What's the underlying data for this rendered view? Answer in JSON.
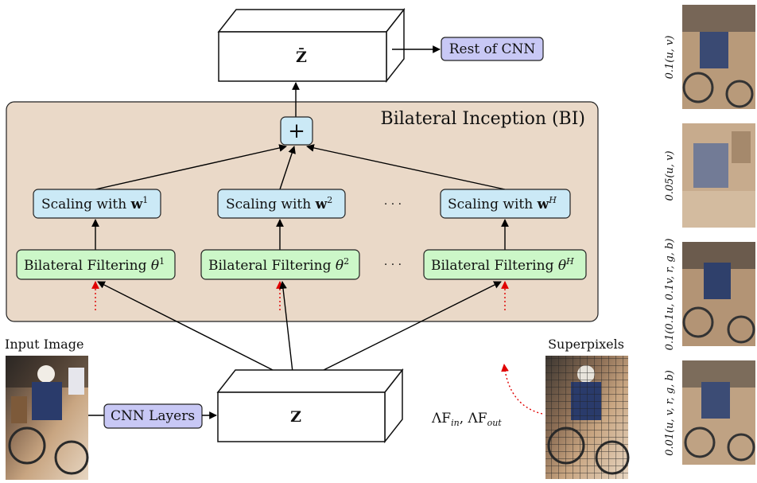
{
  "top_block": {
    "label": "Z̄"
  },
  "rest_of_cnn": {
    "label": "Rest of CNN"
  },
  "bi_panel": {
    "title": "Bilateral Inception (BI)"
  },
  "sum_node": {
    "symbol": "+"
  },
  "scaling": [
    {
      "label": "Scaling with ",
      "bold": "w",
      "sup": "1"
    },
    {
      "label": "Scaling with ",
      "bold": "w",
      "sup": "2"
    },
    {
      "label": "Scaling with ",
      "bold": "w",
      "sup": "H"
    }
  ],
  "filtering": [
    {
      "label": "Bilateral Filtering ",
      "theta": "θ",
      "sup": "1"
    },
    {
      "label": "Bilateral Filtering ",
      "theta": "θ",
      "sup": "2"
    },
    {
      "label": "Bilateral Filtering ",
      "theta": "θ",
      "sup": "H"
    }
  ],
  "ellipsis": "· · ·",
  "input_image": {
    "caption": "Input Image"
  },
  "cnn_layers": {
    "label": "CNN Layers"
  },
  "bottom_block": {
    "label": "Z"
  },
  "lambda_features": {
    "text": "ΛF",
    "sub1": "in",
    "sep": ", ΛF",
    "sub2": "out"
  },
  "superpixels": {
    "caption": "Superpixels"
  },
  "side_labels": [
    "0.1(u, v)",
    "0.05(u, v)",
    "0.1(0.1u, 0.1v, r, g, b)",
    "0.01(u, v, r, g, b)"
  ],
  "colors": {
    "panel_fill": "#ead9c8",
    "scaling_fill": "#cbe9f6",
    "filter_fill": "#ccf7c8",
    "purple_fill": "#c8c8f5",
    "dotted_red": "#e00000"
  }
}
